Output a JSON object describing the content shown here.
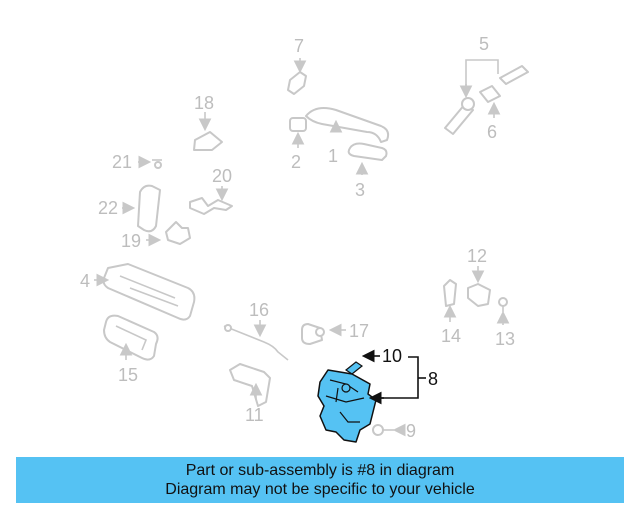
{
  "diagram": {
    "callouts": {
      "c1": "1",
      "c2": "2",
      "c3": "3",
      "c4": "4",
      "c5": "5",
      "c6": "6",
      "c7": "7",
      "c8": "8",
      "c9": "9",
      "c10": "10",
      "c11": "11",
      "c12": "12",
      "c13": "13",
      "c14": "14",
      "c15": "15",
      "c16": "16",
      "c17": "17",
      "c18": "18",
      "c19": "19",
      "c20": "20",
      "c21": "21",
      "c22": "22"
    },
    "highlighted_part": "8",
    "colors": {
      "highlight": "#55c2f3",
      "part_outline": "#c8c8c8",
      "label": "#bdbdbd",
      "banner": "#55c2f3"
    }
  },
  "banner": {
    "line1": "Part or sub-assembly is #8 in diagram",
    "line2": "Diagram may not be specific to your vehicle"
  }
}
